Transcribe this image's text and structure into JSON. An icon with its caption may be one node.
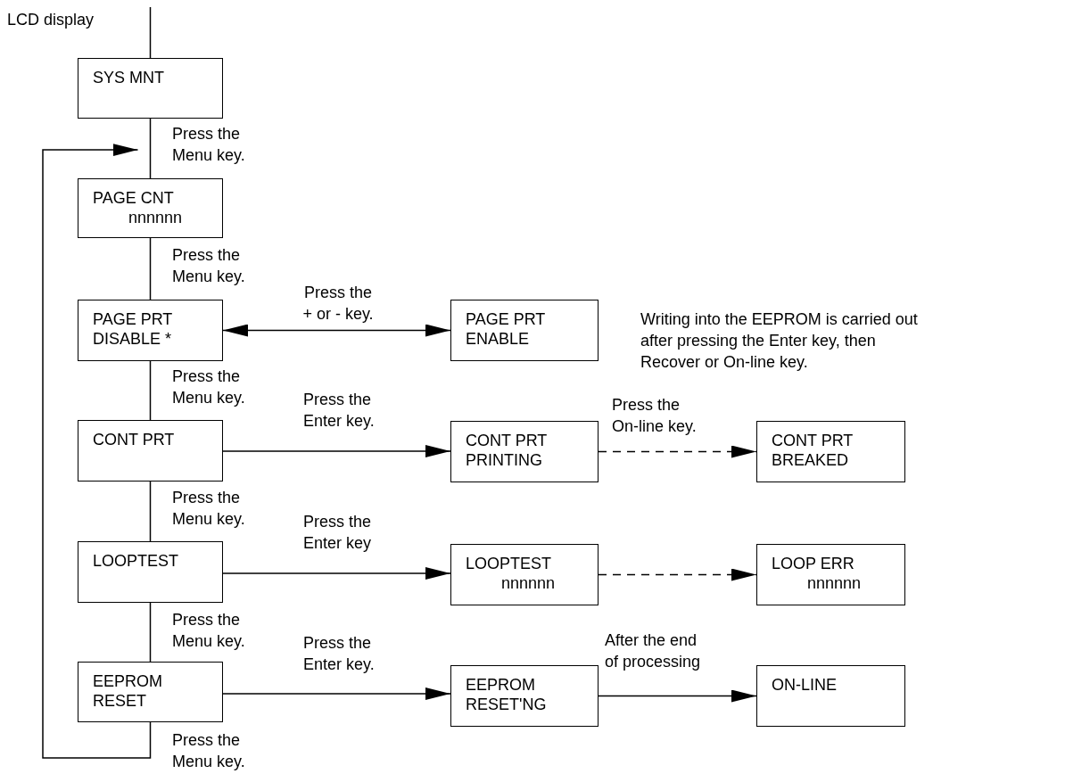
{
  "diagram": {
    "nodes": [
      {
        "text": [
          "SYS MNT"
        ]
      },
      {
        "text": [
          "PAGE CNT",
          "nnnnnn"
        ]
      },
      {
        "text": [
          "PAGE PRT",
          "DISABLE *"
        ]
      },
      {
        "text": [
          "CONT PRT"
        ]
      },
      {
        "text": [
          "LOOPTEST"
        ]
      },
      {
        "text": [
          "EEPROM",
          "RESET"
        ]
      },
      {
        "text": [
          "PAGE PRT",
          "ENABLE"
        ]
      },
      {
        "text": [
          "CONT PRT",
          "PRINTING"
        ]
      },
      {
        "text": [
          "LOOPTEST",
          "nnnnnn"
        ]
      },
      {
        "text": [
          "EEPROM",
          "RESET'NG"
        ]
      },
      {
        "text": [
          "CONT PRT",
          "BREAKED"
        ]
      },
      {
        "text": [
          "LOOP ERR",
          "nnnnnn"
        ]
      },
      {
        "text": [
          "ON-LINE"
        ]
      }
    ],
    "edges": [
      {
        "from": null,
        "to": 0,
        "arrow": "none"
      },
      {
        "from": 0,
        "to": 1,
        "arrow": "none",
        "label": "Press the Menu key."
      },
      {
        "from": 1,
        "to": 2,
        "arrow": "none",
        "label": "Press the Menu key."
      },
      {
        "from": 2,
        "to": 3,
        "arrow": "none",
        "label": "Press the Menu key."
      },
      {
        "from": 3,
        "to": 4,
        "arrow": "none",
        "label": "Press the Menu key."
      },
      {
        "from": 4,
        "to": 5,
        "arrow": "none",
        "label": "Press the Menu key."
      },
      {
        "from": 5,
        "to": 1,
        "arrow": "to",
        "label": "Press the Menu key."
      },
      {
        "from": 2,
        "to": 6,
        "arrow": "both",
        "label": "Press the + or - key."
      },
      {
        "from": 3,
        "to": 7,
        "arrow": "to",
        "label": "Press the Enter key."
      },
      {
        "from": 7,
        "to": 10,
        "arrow": "to",
        "style": "dashed",
        "label": "Press the On-line key."
      },
      {
        "from": 4,
        "to": 8,
        "arrow": "to",
        "label": "Press the Enter key"
      },
      {
        "from": 8,
        "to": 11,
        "arrow": "to",
        "style": "dashed"
      },
      {
        "from": 5,
        "to": 9,
        "arrow": "to",
        "label": "Press the Enter key."
      },
      {
        "from": 9,
        "to": 12,
        "arrow": "to",
        "label": "After the end of processing"
      }
    ],
    "labels": [
      "LCD display",
      "Writing into the EEPROM is carried out after pressing the Enter key, then Recover or On-line key."
    ]
  }
}
